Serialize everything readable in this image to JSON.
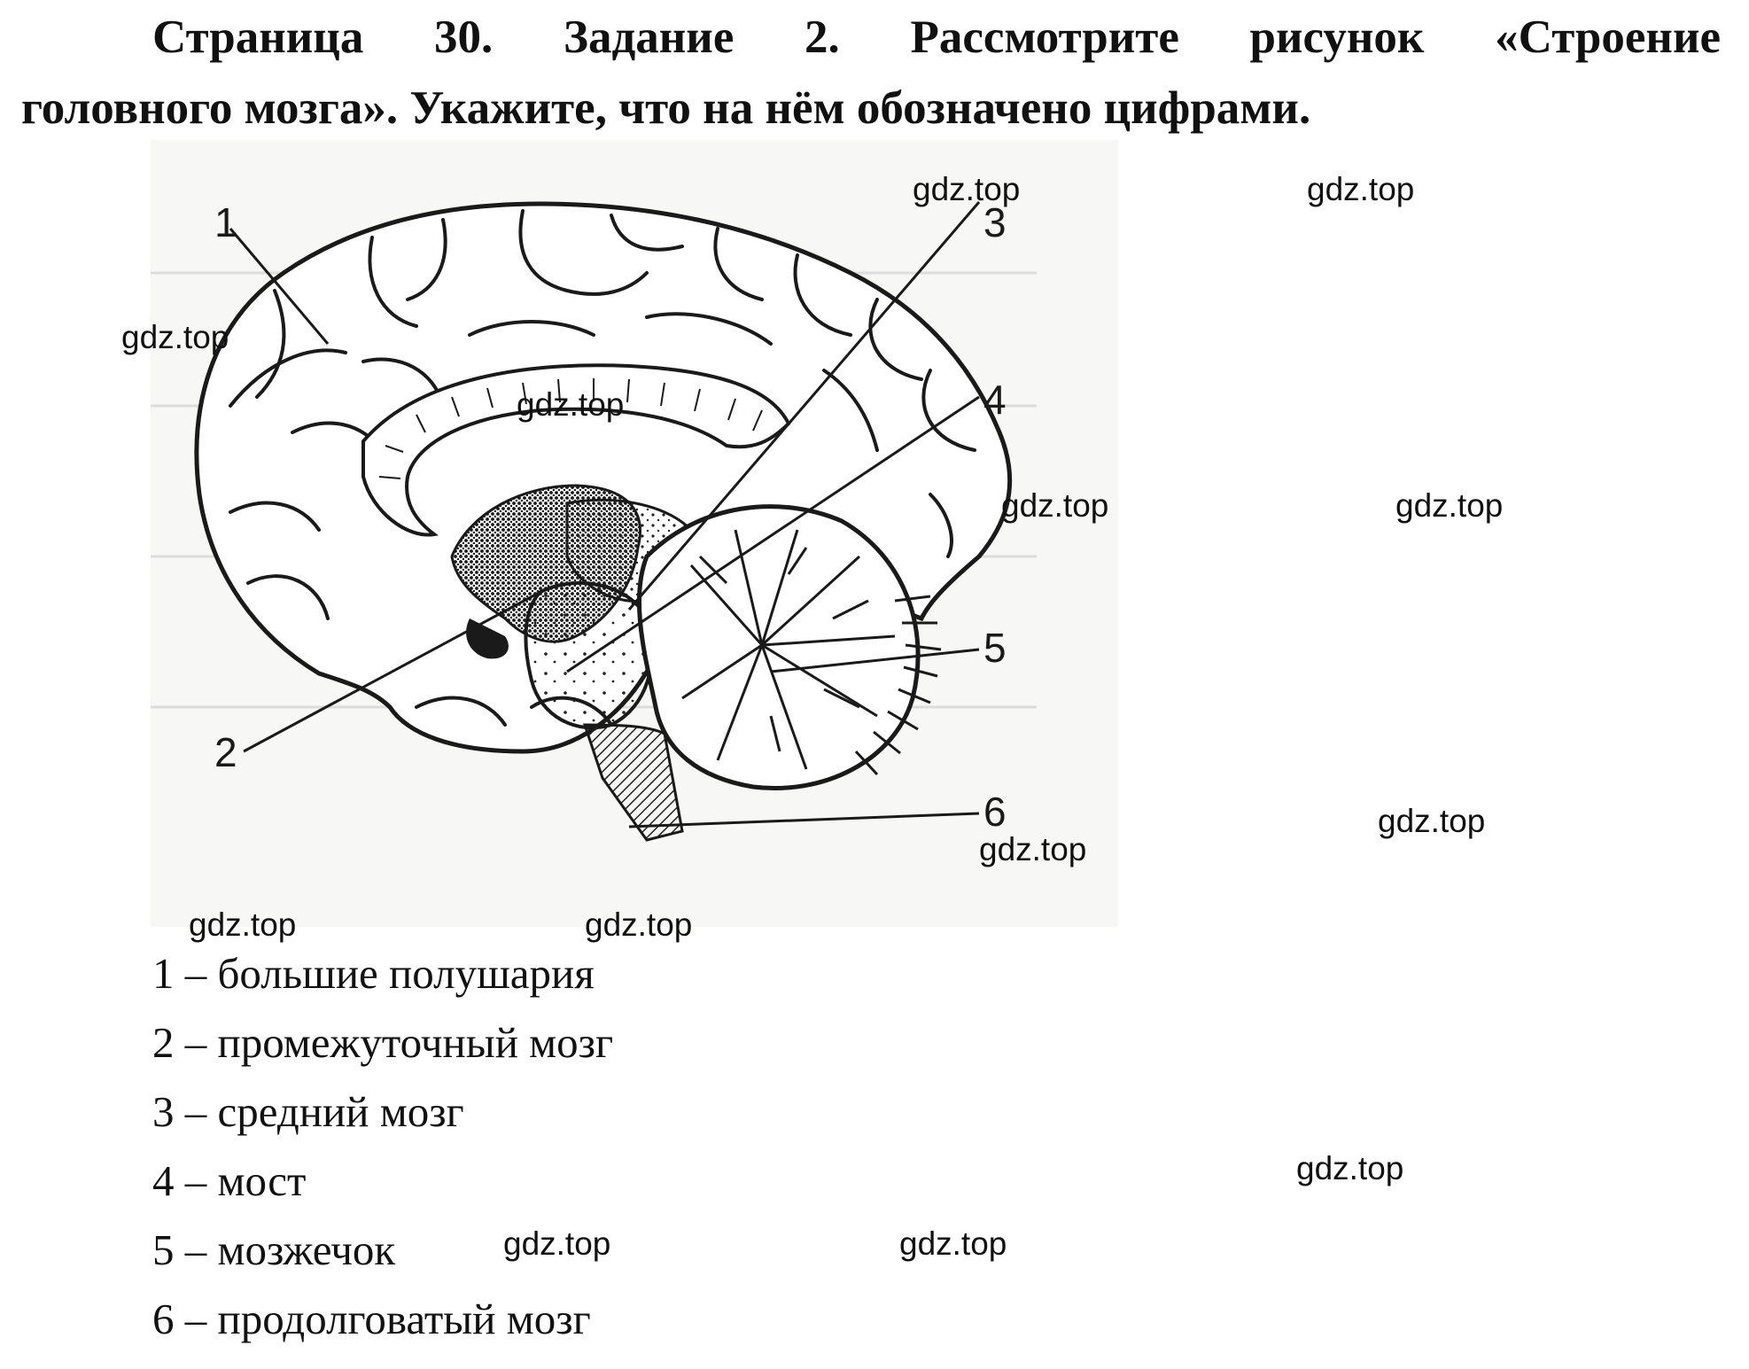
{
  "heading": {
    "line1": "Страница 30. Задание 2. Рассмотрите рисунок «Строение",
    "line2": "головного мозга». Укажите, что на нём обозначено цифрами."
  },
  "figure": {
    "callouts": [
      "1",
      "2",
      "3",
      "4",
      "5",
      "6"
    ]
  },
  "watermark": "gdz.top",
  "answers": [
    {
      "number": "1",
      "text": "1 – большие полушария"
    },
    {
      "number": "2",
      "text": "2 – промежуточный мозг"
    },
    {
      "number": "3",
      "text": "3 – средний мозг"
    },
    {
      "number": "4",
      "text": "4 – мост"
    },
    {
      "number": "5",
      "text": "5 – мозжечок"
    },
    {
      "number": "6",
      "text": "6 – продолговатый мозг"
    }
  ]
}
